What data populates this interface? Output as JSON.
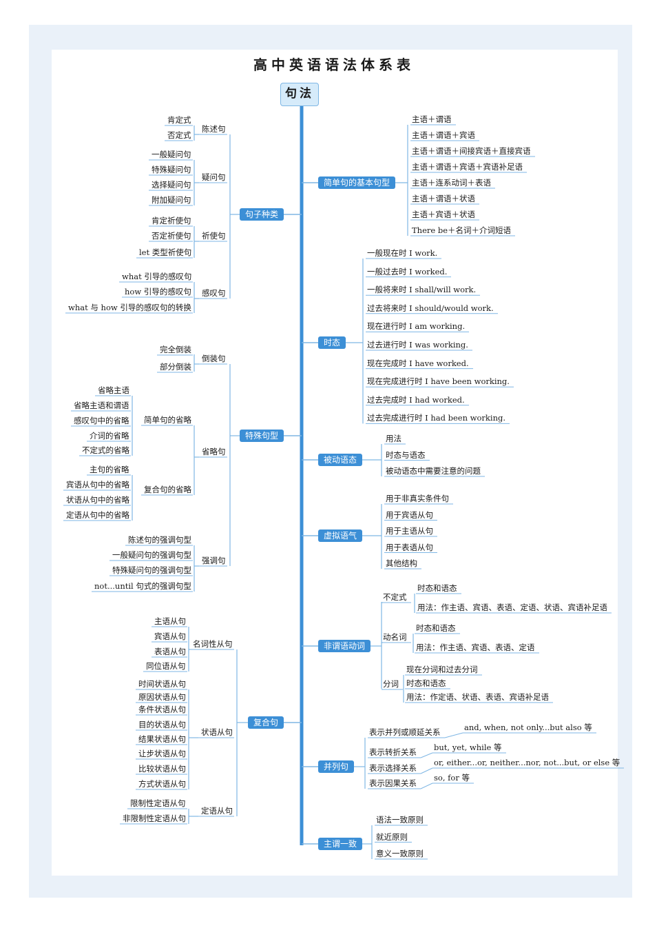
{
  "title": "高中英语语法体系表",
  "root": "句法",
  "colors": {
    "accent": "#3c8fd6",
    "line": "#7eb6e4",
    "frame": "#eaf1f9"
  },
  "right": {
    "simple": {
      "label": "简单句的基本句型",
      "items": [
        "主语＋谓语",
        "主语＋谓语＋宾语",
        "主语＋谓语＋间接宾语＋直接宾语",
        "主语＋谓语＋宾语＋宾语补足语",
        "主语＋连系动词＋表语",
        "主语＋谓语＋状语",
        "主语＋宾语＋状语",
        "There be＋名词＋介词短语"
      ]
    },
    "tense": {
      "label": "时态",
      "items": [
        "一般现在时 I work.",
        "一般过去时 I worked.",
        "一般将来时 I shall/will work.",
        "过去将来时 I should/would work.",
        "现在进行时 I am working.",
        "过去进行时 I was working.",
        "现在完成时 I have worked.",
        "现在完成进行时 I have been working.",
        "过去完成时 I had worked.",
        "过去完成进行时 I had been working."
      ]
    },
    "passive": {
      "label": "被动语态",
      "items": [
        "用法",
        "时态与语态",
        "被动语态中需要注意的问题"
      ]
    },
    "subjunctive": {
      "label": "虚拟语气",
      "items": [
        "用于非真实条件句",
        "用于宾语从句",
        "用于主语从句",
        "用于表语从句",
        "其他结构"
      ]
    },
    "nonfinite": {
      "label": "非谓语动词",
      "groups": [
        {
          "label": "不定式",
          "items": [
            "时态和语态",
            "用法：作主语、宾语、表语、定语、状语、宾语补足语"
          ]
        },
        {
          "label": "动名词",
          "items": [
            "时态和语态",
            "用法：作主语、宾语、表语、定语"
          ]
        },
        {
          "label": "分词",
          "items": [
            "现在分词和过去分词",
            "时态和语态",
            "用法：作定语、状语、表语、宾语补足语"
          ]
        }
      ]
    },
    "compound": {
      "label": "并列句",
      "items": [
        {
          "label": "表示并列或顺延关系",
          "value": "and, when, not only...but also 等"
        },
        {
          "label": "表示转折关系",
          "value": "but, yet, while 等"
        },
        {
          "label": "表示选择关系",
          "value": "or, either...or, neither...nor, not...but, or else 等"
        },
        {
          "label": "表示因果关系",
          "value": "so, for 等"
        }
      ]
    },
    "agreement": {
      "label": "主谓一致",
      "items": [
        "语法一致原则",
        "就近原则",
        "意义一致原则"
      ]
    }
  },
  "left": {
    "types": {
      "label": "句子种类",
      "groups": [
        {
          "label": "陈述句",
          "items": [
            "肯定式",
            "否定式"
          ]
        },
        {
          "label": "疑问句",
          "items": [
            "一般疑问句",
            "特殊疑问句",
            "选择疑问句",
            "附加疑问句"
          ]
        },
        {
          "label": "祈使句",
          "items": [
            "肯定祈使句",
            "否定祈使句",
            "let 类型祈使句"
          ]
        },
        {
          "label": "感叹句",
          "items": [
            "what 引导的感叹句",
            "how 引导的感叹句",
            "what 与 how 引导的感叹句的转换"
          ]
        }
      ]
    },
    "special": {
      "label": "特殊句型",
      "inversion": {
        "label": "倒装句",
        "items": [
          "完全倒装",
          "部分倒装"
        ]
      },
      "ellipsis": {
        "label": "省略句",
        "groups": [
          {
            "label": "简单句的省略",
            "items": [
              "省略主语",
              "省略主语和谓语",
              "感叹句中的省略",
              "介词的省略",
              "不定式的省略"
            ]
          },
          {
            "label": "复合句的省略",
            "items": [
              "主句的省略",
              "宾语从句中的省略",
              "状语从句中的省略",
              "定语从句中的省略"
            ]
          }
        ]
      },
      "emphasis": {
        "label": "强调句",
        "items": [
          "陈述句的强调句型",
          "一般疑问句的强调句型",
          "特殊疑问句的强调句型",
          "not...until 句式的强调句型"
        ]
      }
    },
    "complex": {
      "label": "复合句",
      "groups": [
        {
          "label": "名词性从句",
          "items": [
            "主语从句",
            "宾语从句",
            "表语从句",
            "同位语从句"
          ]
        },
        {
          "label": "状语从句",
          "items": [
            "时间状语从句",
            "原因状语从句",
            "条件状语从句",
            "目的状语从句",
            "结果状语从句",
            "让步状语从句",
            "比较状语从句",
            "方式状语从句"
          ]
        },
        {
          "label": "定语从句",
          "items": [
            "限制性定语从句",
            "非限制性定语从句"
          ]
        }
      ]
    }
  }
}
